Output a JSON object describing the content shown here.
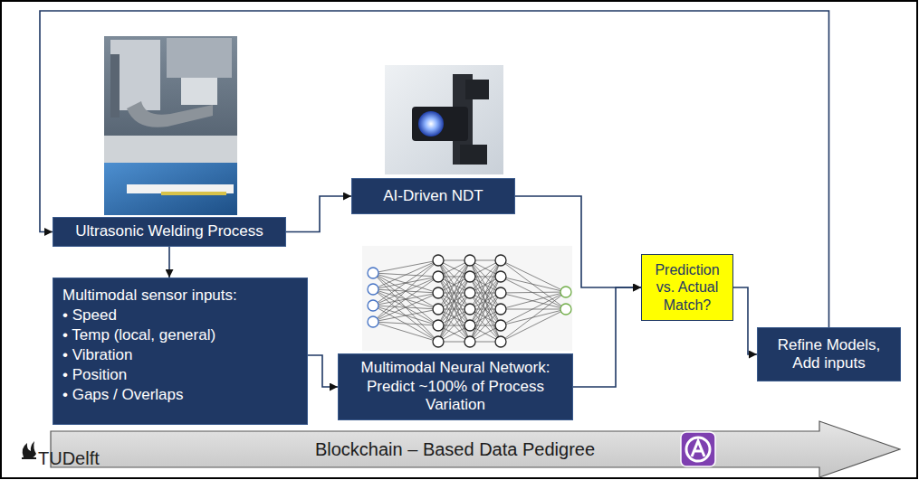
{
  "diagram": {
    "nodes": [
      {
        "text": [
          "Ultrasonic Welding Process"
        ]
      },
      {
        "text": [
          "AI-Driven NDT"
        ]
      },
      {
        "text": [
          "Multimodal sensor inputs:",
          "• Speed",
          "• Temp (local, general)",
          "• Vibration",
          "• Position",
          "• Gaps / Overlaps"
        ]
      },
      {
        "text": [
          "Multimodal Neural Network: Predict ~100% of Process Variation"
        ]
      },
      {
        "text": [
          "Prediction vs. Actual Match?"
        ]
      },
      {
        "text": [
          "Refine Models, Add inputs"
        ]
      },
      {
        "text": [
          "Blockchain – Based Data Pedigree"
        ]
      }
    ],
    "edges": [
      {
        "from": 0,
        "to": 1,
        "arrow": "to"
      },
      {
        "from": 0,
        "to": 2,
        "arrow": "to"
      },
      {
        "from": 2,
        "to": 3,
        "arrow": "to"
      },
      {
        "from": 1,
        "to": 4,
        "arrow": "to"
      },
      {
        "from": 3,
        "to": 4,
        "arrow": "to"
      },
      {
        "from": 4,
        "to": 5,
        "arrow": "to"
      },
      {
        "from": 5,
        "to": 0,
        "arrow": "to"
      }
    ],
    "labels": [
      "TUDelft"
    ]
  }
}
